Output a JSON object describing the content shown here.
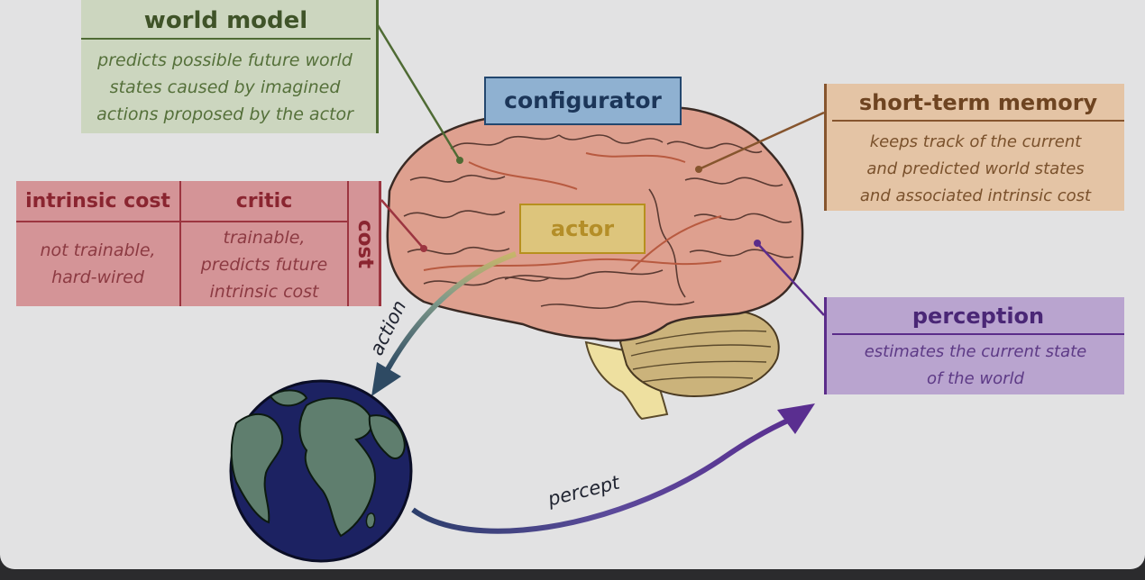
{
  "world_model": {
    "title": "world model",
    "description": "predicts possible future world\nstates caused by imagined\nactions proposed by the actor",
    "color": "#ccd6bf"
  },
  "configurator": {
    "title": "configurator",
    "color": "#8fb1d1"
  },
  "short_term_memory": {
    "title": "short-term memory",
    "description": "keeps track of the current\nand predicted world states\nand associated intrinsic cost",
    "color": "#e4c4a5"
  },
  "cost": {
    "label": "cost",
    "color": "#d49497",
    "intrinsic_cost": {
      "title": "intrinsic cost",
      "description": "not trainable,\nhard-wired"
    },
    "critic": {
      "title": "critic",
      "description": "trainable,\npredicts future\nintrinsic cost"
    }
  },
  "actor": {
    "title": "actor",
    "color": "#ddc57c"
  },
  "perception": {
    "title": "perception",
    "description": "estimates the current state\nof the world",
    "color": "#b9a4cf"
  },
  "flows": {
    "action": "action",
    "percept": "percept"
  },
  "icons": {
    "brain": "brain-illustration",
    "earth": "earth-globe-icon"
  }
}
